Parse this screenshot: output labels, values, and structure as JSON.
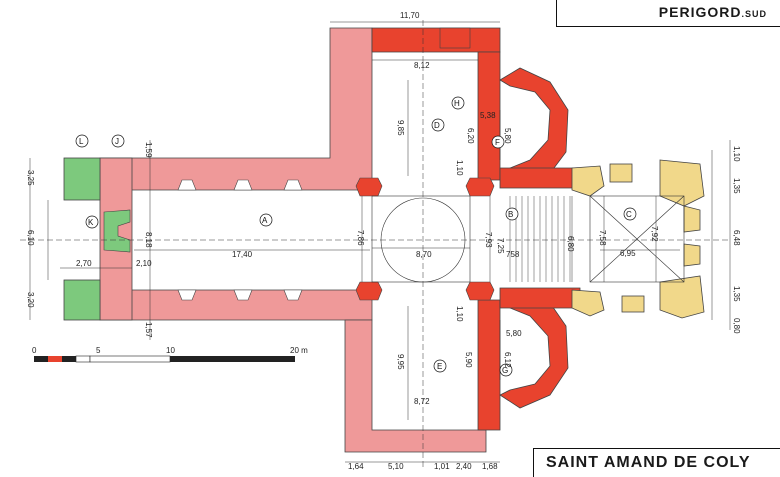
{
  "header": {
    "region": "PERIGORD",
    "region_suffix": ".SUD"
  },
  "footer": {
    "church_name": "SAINT AMAND DE COLY"
  },
  "colors": {
    "wall_pink": "#ef9999",
    "wall_red": "#e8432e",
    "wall_green": "#7dc97d",
    "wall_yellow": "#f1d88a",
    "ink": "#222222"
  },
  "rooms": {
    "A": "A",
    "B": "B",
    "C": "C",
    "D": "D",
    "E": "E",
    "F": "F",
    "G": "G",
    "H": "H",
    "J": "J",
    "K": "K",
    "L": "L"
  },
  "scale": {
    "labels": [
      "0",
      "5",
      "10",
      "20 m"
    ]
  },
  "dimensions": {
    "d_11_70": "11,70",
    "d_8_12": "8,12",
    "d_9_85": "9,85",
    "d_6_20": "6,20",
    "d_5_38": "5,38",
    "d_5_80_top": "5,80",
    "d_1_10_top": "1,10",
    "d_1_59": "1,59",
    "d_3_25": "3,25",
    "d_6_10": "6,10",
    "d_3_20": "3,20",
    "d_8_18": "8,18",
    "d_1_57": "1,57",
    "d_17_40": "17,40",
    "d_2_70": "2,70",
    "d_2_10": "2,10",
    "d_7_86": "7,86",
    "d_8_70": "8,70",
    "d_7_93": "7,93",
    "d_7_25": "7,25",
    "d_7_58_mid": "758",
    "d_6_80": "6,80",
    "d_7_58": "7,58",
    "d_7_92": "7,92",
    "d_6_95": "6,95",
    "d_1_10_r": "1,10",
    "d_1_35": "1,35",
    "d_6_48": "6,48",
    "d_1_35_b": "1,35",
    "d_0_80": "0,80",
    "d_1_10_bot": "1,10",
    "d_5_80_bot": "5,80",
    "d_5_90": "5,90",
    "d_6_12": "6,12",
    "d_9_95": "9,95",
    "d_8_72": "8,72",
    "d_1_64": "1,64",
    "d_5_10": "5,10",
    "d_1_01": "1,01",
    "d_2_40": "2,40",
    "d_1_68": "1,68"
  }
}
